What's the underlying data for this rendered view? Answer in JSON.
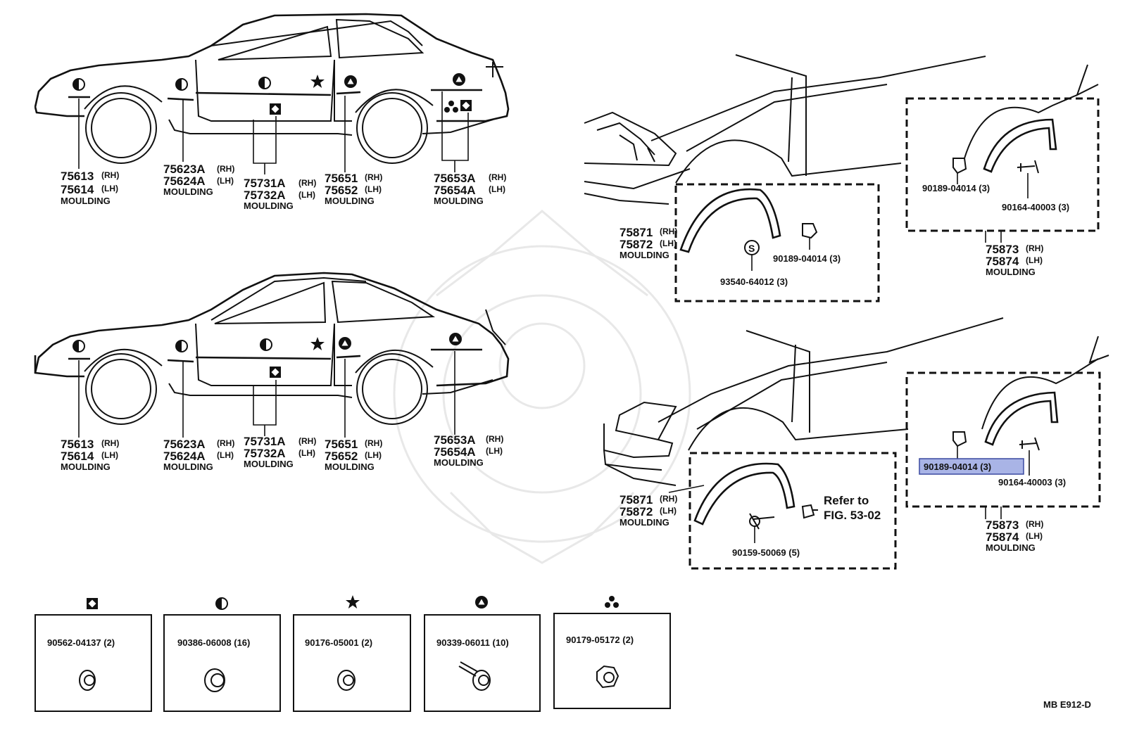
{
  "callouts": {
    "c1": {
      "part1": "75613",
      "side1": "(RH)",
      "part2": "75614",
      "side2": "(LH)",
      "name": "MOULDING"
    },
    "c2": {
      "part1": "75623A",
      "side1": "(RH)",
      "part2": "75624A",
      "side2": "(LH)",
      "name": "MOULDING"
    },
    "c3": {
      "part1": "75731A",
      "side1": "(RH)",
      "part2": "75732A",
      "side2": "(LH)",
      "name": "MOULDING"
    },
    "c4": {
      "part1": "75651",
      "side1": "(RH)",
      "part2": "75652",
      "side2": "(LH)",
      "name": "MOULDING"
    },
    "c5": {
      "part1": "75653A",
      "side1": "(RH)",
      "part2": "75654A",
      "side2": "(LH)",
      "name": "MOULDING"
    },
    "c6": {
      "part1": "75613",
      "side1": "(RH)",
      "part2": "75614",
      "side2": "(LH)",
      "name": "MOULDING"
    },
    "c7": {
      "part1": "75623A",
      "side1": "(RH)",
      "part2": "75624A",
      "side2": "(LH)",
      "name": "MOULDING"
    },
    "c8": {
      "part1": "75731A",
      "side1": "(RH)",
      "part2": "75732A",
      "side2": "(LH)",
      "name": "MOULDING"
    },
    "c9": {
      "part1": "75651",
      "side1": "(RH)",
      "part2": "75652",
      "side2": "(LH)",
      "name": "MOULDING"
    },
    "c10": {
      "part1": "75653A",
      "side1": "(RH)",
      "part2": "75654A",
      "side2": "(LH)",
      "name": "MOULDING"
    },
    "r1": {
      "part1": "75871",
      "side1": "(RH)",
      "part2": "75872",
      "side2": "(LH)",
      "name": "MOULDING"
    },
    "r2": {
      "part1": "75873",
      "side1": "(RH)",
      "part2": "75874",
      "side2": "(LH)",
      "name": "MOULDING"
    },
    "r3": {
      "part1": "75871",
      "side1": "(RH)",
      "part2": "75872",
      "side2": "(LH)",
      "name": "MOULDING"
    },
    "r4": {
      "part1": "75873",
      "side1": "(RH)",
      "part2": "75874",
      "side2": "(LH)",
      "name": "MOULDING"
    }
  },
  "parts": {
    "p1": "90189-04014 (3)",
    "p2": "90164-40003 (3)",
    "p3": "90189-04014 (3)",
    "p4": "93540-64012 (3)",
    "p5": "90189-04014 (3)",
    "p6": "90164-40003 (3)",
    "p7": "90159-50069 (5)",
    "refer1": "Refer to",
    "refer2": "FIG. 53-02",
    "s_mark": "S"
  },
  "boxes": [
    {
      "symbol": "diamond-in-square-icon",
      "label": "90562-04137 (2)"
    },
    {
      "symbol": "half-circle-icon",
      "label": "90386-06008 (16)"
    },
    {
      "symbol": "star-icon",
      "label": "90176-05001 (2)"
    },
    {
      "symbol": "triangle-in-circle-icon",
      "label": "90339-06011 (10)"
    },
    {
      "symbol": "three-dots-icon",
      "label": "90179-05172 (2)"
    }
  ],
  "diagram_code": "MB  E912-D",
  "highlight_color": "#a9b4e6"
}
